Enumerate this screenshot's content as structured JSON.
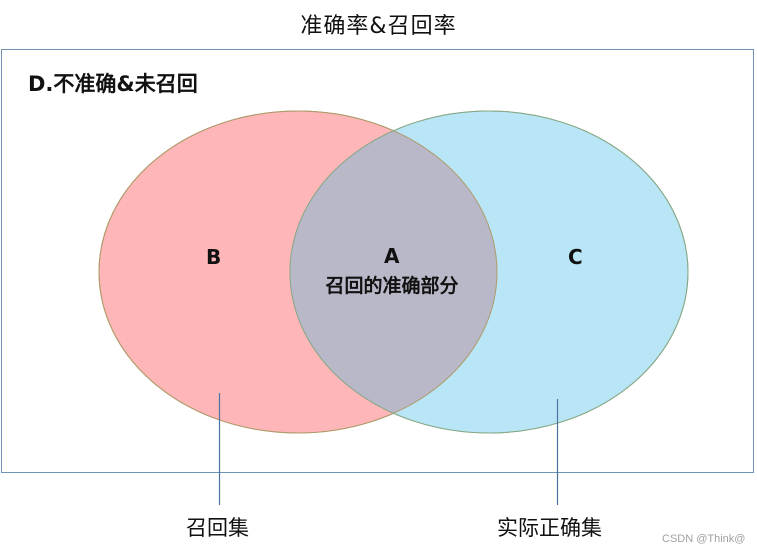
{
  "title": "准确率&召回率",
  "regions": {
    "D": {
      "label": "D.不准确&未召回"
    },
    "A": {
      "letter": "A",
      "description": "召回的准确部分"
    },
    "B": {
      "letter": "B"
    },
    "C": {
      "letter": "C"
    }
  },
  "sets": {
    "recall_set": {
      "caption": "召回集",
      "fill": "#ffb6b9"
    },
    "actual_correct_set": {
      "caption": "实际正确集",
      "fill": "#b8e6f7"
    },
    "overlap_fill": "#b8b8c8"
  },
  "colors": {
    "frame_border": "#6f93b5",
    "leader_line": "#4a73a0",
    "ellipse_stroke_left": "#b09a6a",
    "ellipse_stroke_right": "#7ab07a"
  },
  "watermark": "CSDN @Think@"
}
